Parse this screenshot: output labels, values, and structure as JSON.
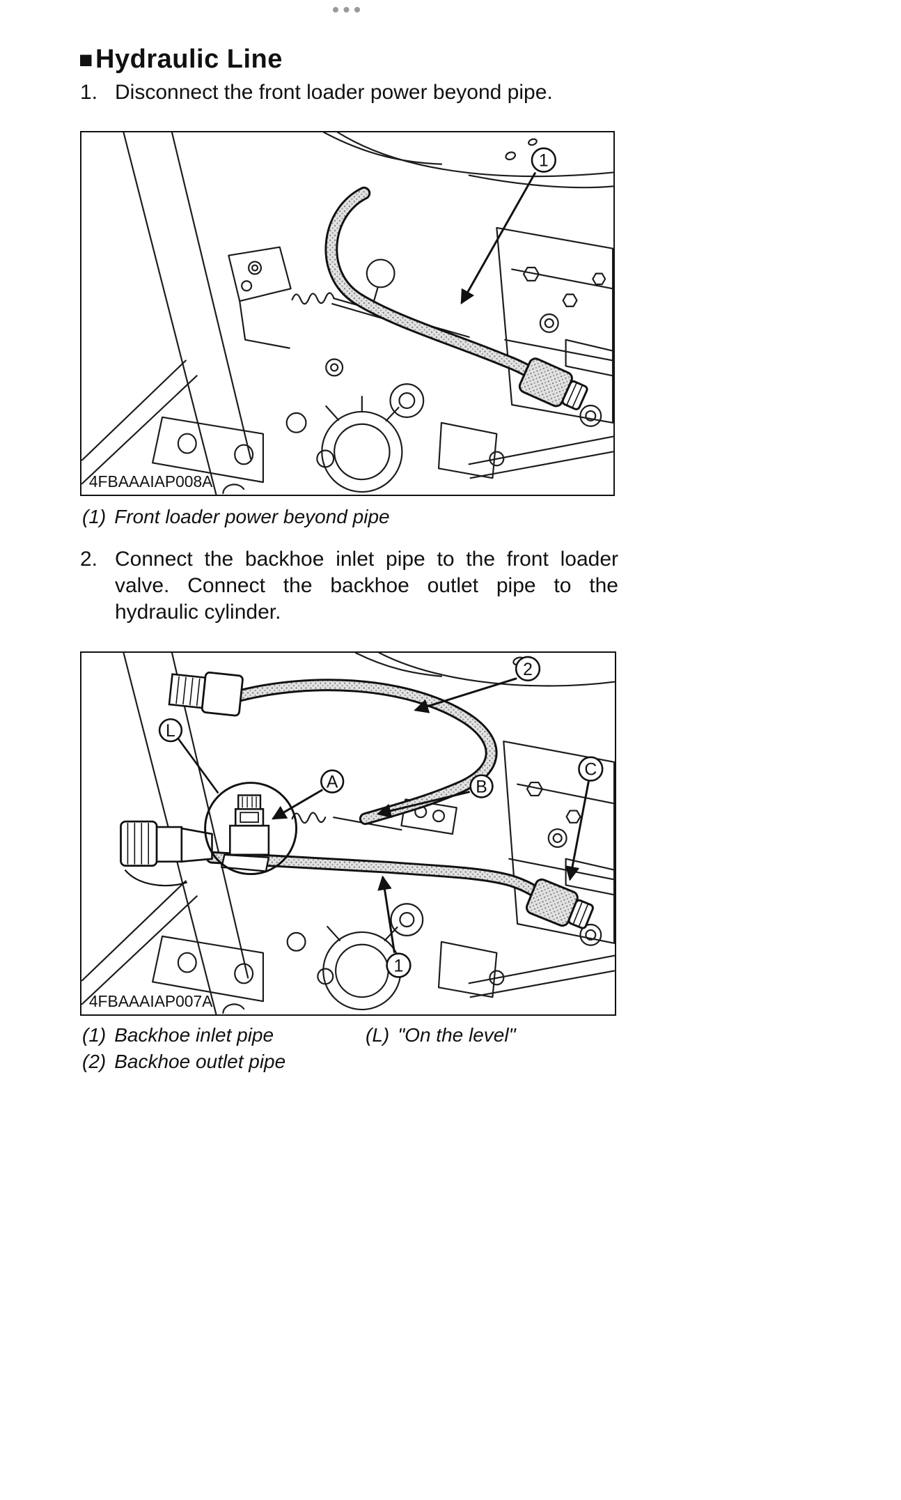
{
  "header": {
    "menu_dots": "•••"
  },
  "section": {
    "marker": "■",
    "title": "Hydraulic Line"
  },
  "steps": [
    {
      "number": "1.",
      "text": "Disconnect the front loader power beyond pipe."
    },
    {
      "number": "2.",
      "text": "Connect the backhoe inlet pipe to the front loader valve. Connect the backhoe outlet pipe to the hydraulic cylinder."
    }
  ],
  "figure1": {
    "label": "4FBAAAIAP008A",
    "callouts": {
      "c1": "1"
    },
    "caption": {
      "key": "(1)",
      "text": "Front loader power beyond pipe"
    }
  },
  "figure2": {
    "label": "4FBAAAIAP007A",
    "callouts": {
      "c1": "1",
      "c2": "2",
      "a": "A",
      "b": "B",
      "c": "C",
      "l": "L"
    },
    "captions": {
      "item1": {
        "key": "(1)",
        "text": "Backhoe inlet pipe"
      },
      "item2": {
        "key": "(2)",
        "text": "Backhoe outlet pipe"
      },
      "itemL": {
        "key": "(L)",
        "text": "\"On the level\""
      }
    }
  }
}
